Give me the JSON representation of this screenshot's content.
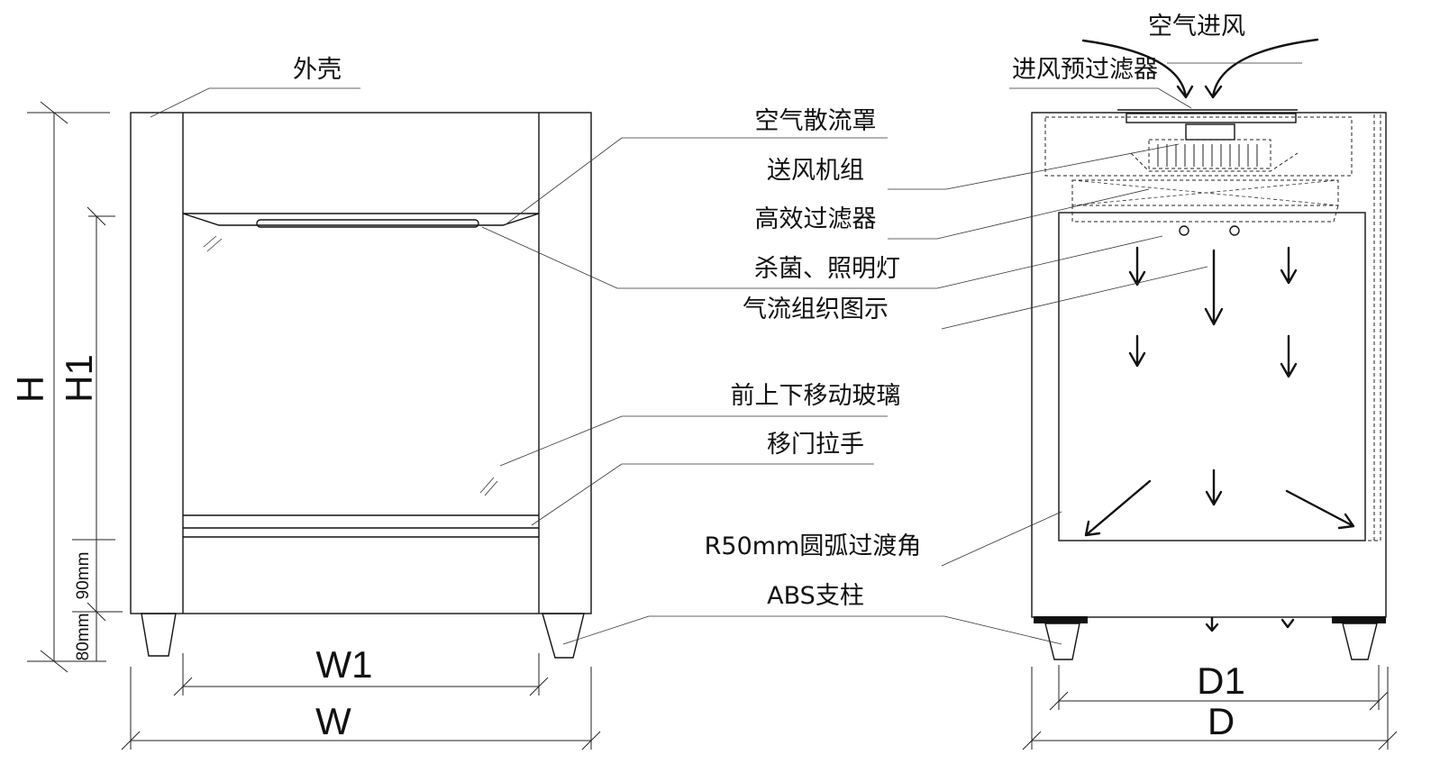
{
  "labels": {
    "shell": "外壳",
    "air_inlet": "空气进风",
    "inlet_prefilter": "进风预过滤器",
    "air_diffuser": "空气散流罩",
    "fan_unit": "送风机组",
    "hepa_filter": "高效过滤器",
    "uv_light": "杀菌、照明灯",
    "airflow": "气流组织图示",
    "sash_glass": "前上下移动玻璃",
    "sash_handle": "移门拉手",
    "corner": "R50mm圆弧过渡角",
    "abs_leg": "ABS支柱"
  },
  "dimensions": {
    "H": "H",
    "H1": "H1",
    "W": "W",
    "W1": "W1",
    "D": "D",
    "D1": "D1",
    "d90": "90mm",
    "d80": "80mm"
  },
  "colors": {
    "line": "#111111",
    "background": "#ffffff"
  }
}
